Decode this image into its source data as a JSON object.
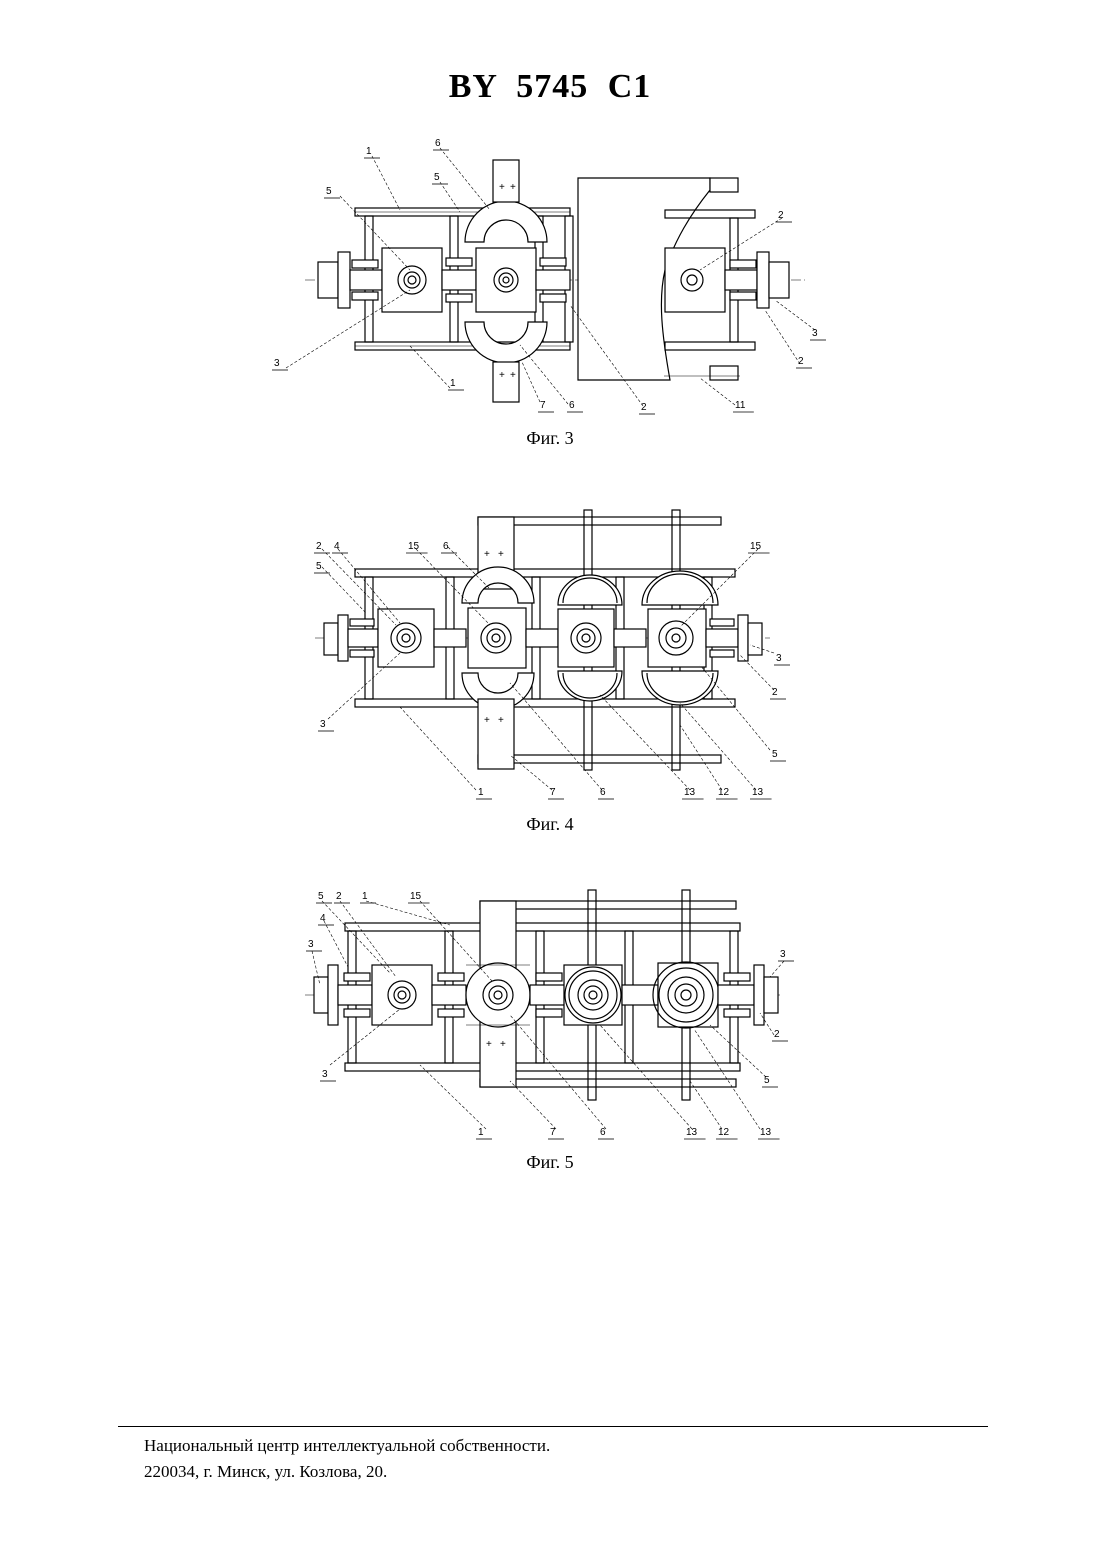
{
  "header": {
    "doc_number": "BY 5745 C1"
  },
  "figures": [
    {
      "caption": "Фиг. 3",
      "labels": [
        "1",
        "6",
        "5",
        "5",
        "2",
        "3",
        "1",
        "7",
        "6",
        "2",
        "11",
        "2",
        "3"
      ]
    },
    {
      "caption": "Фиг. 4",
      "labels": [
        "2",
        "4",
        "15",
        "6",
        "15",
        "5",
        "3",
        "2",
        "3",
        "1",
        "7",
        "6",
        "13",
        "12",
        "13",
        "5"
      ]
    },
    {
      "caption": "Фиг. 5",
      "labels": [
        "5",
        "2",
        "1",
        "15",
        "4",
        "3",
        "3",
        "2",
        "3",
        "5",
        "1",
        "7",
        "6",
        "13",
        "12",
        "13"
      ]
    }
  ],
  "footer": {
    "line1": "Национальный центр интеллектуальной собственности.",
    "line2": "220034, г. Минск, ул. Козлова, 20."
  }
}
